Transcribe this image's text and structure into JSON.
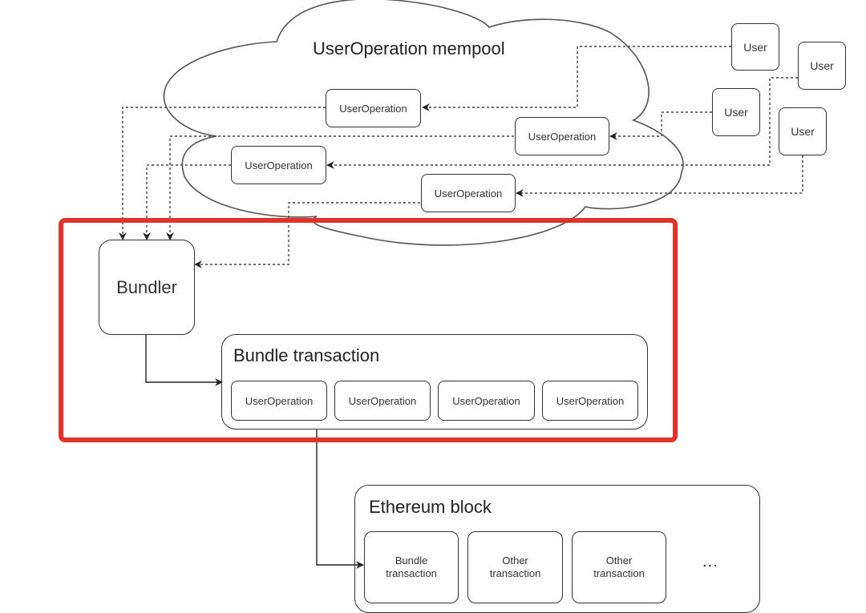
{
  "mempool": {
    "title": "UserOperation mempool",
    "user_operations": [
      "UserOperation",
      "UserOperation",
      "UserOperation",
      "UserOperation"
    ]
  },
  "users": [
    "User",
    "User",
    "User",
    "User"
  ],
  "bundler": {
    "label": "Bundler"
  },
  "bundle_transaction": {
    "title": "Bundle transaction",
    "user_operations": [
      "UserOperation",
      "UserOperation",
      "UserOperation",
      "UserOperation"
    ]
  },
  "ethereum_block": {
    "title": "Ethereum block",
    "transactions": [
      "Bundle\ntransaction",
      "Other\ntransaction",
      "Other\ntransaction"
    ],
    "more": "..."
  },
  "colors": {
    "highlight": "#e53127",
    "stroke": "#333333"
  }
}
